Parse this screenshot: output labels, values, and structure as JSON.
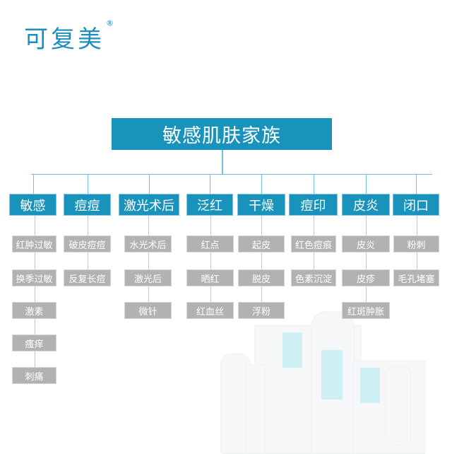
{
  "brand": {
    "logo": "可复美",
    "reg": "®"
  },
  "title": "敏感肌肤家族",
  "categories": [
    {
      "label": "敏感",
      "items": [
        "红肿过敏",
        "换季过敏",
        "激素",
        "瘙痒",
        "刺痛"
      ]
    },
    {
      "label": "痘痘",
      "items": [
        "破皮痘痘",
        "反复长痘"
      ]
    },
    {
      "label": "激光术后",
      "items": [
        "水光术后",
        "激光后",
        "微针"
      ]
    },
    {
      "label": "泛红",
      "items": [
        "红点",
        "晒红",
        "红血丝"
      ]
    },
    {
      "label": "干燥",
      "items": [
        "起皮",
        "脱皮",
        "浮粉"
      ]
    },
    {
      "label": "痘印",
      "items": [
        "红色痘痕",
        "色素沉淀"
      ]
    },
    {
      "label": "皮炎",
      "items": [
        "皮炎",
        "皮疹",
        "红斑肿胀"
      ]
    },
    {
      "label": "闭口",
      "items": [
        "粉刺",
        "毛孔堵塞"
      ]
    }
  ],
  "colors": {
    "primary": "#1a93bc",
    "sub": "#b2b2b2"
  }
}
